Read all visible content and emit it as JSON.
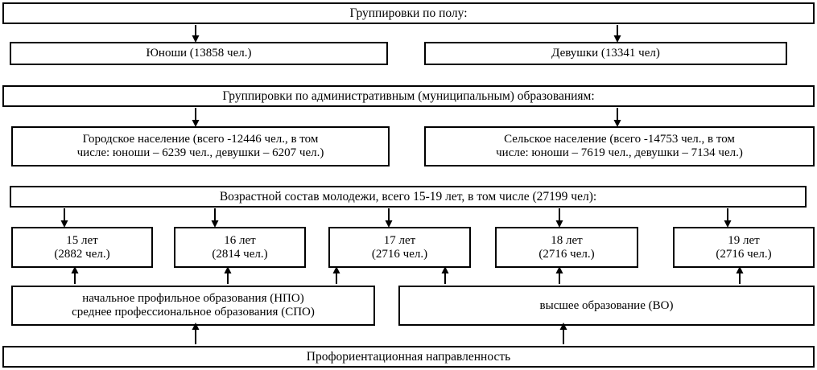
{
  "diagram": {
    "title_semantics": "youth-statistics-grouping-flowchart",
    "sections": {
      "gender": {
        "header": "Группировки по полу:",
        "boxes": [
          {
            "label": "Юноши (13858 чел.)"
          },
          {
            "label": "Девушки (13341 чел)"
          }
        ]
      },
      "administrative": {
        "header": "Группировки по административным (муниципальным) образованиям:",
        "boxes": [
          {
            "line1": "Городское население (всего -12446 чел., в том",
            "line2": "числе: юноши – 6239 чел., девушки – 6207 чел.)"
          },
          {
            "line1": "Сельское население (всего -14753 чел., в том",
            "line2": "числе: юноши – 7619 чел., девушки – 7134 чел.)"
          }
        ]
      },
      "age": {
        "header": "Возрастной состав молодежи, всего 15-19 лет, в том числе (27199 чел):",
        "boxes": [
          {
            "line1": "15 лет",
            "line2": "(2882 чел.)"
          },
          {
            "line1": "16 лет",
            "line2": "(2814 чел.)"
          },
          {
            "line1": "17 лет",
            "line2": "(2716 чел.)"
          },
          {
            "line1": "18 лет",
            "line2": "(2716 чел.)"
          },
          {
            "line1": "19 лет",
            "line2": "(2716 чел.)"
          }
        ]
      },
      "education": {
        "boxes": [
          {
            "line1": "начальное профильное образования (НПО)",
            "line2": "среднее профессиональное образования (СПО)"
          },
          {
            "line1": "высшее образование (ВО)",
            "line2": ""
          }
        ]
      },
      "footer": {
        "label": "Профориентационная направленность"
      }
    },
    "colors": {
      "stroke": "#000000",
      "fill": "#ffffff",
      "text": "#000000"
    }
  }
}
